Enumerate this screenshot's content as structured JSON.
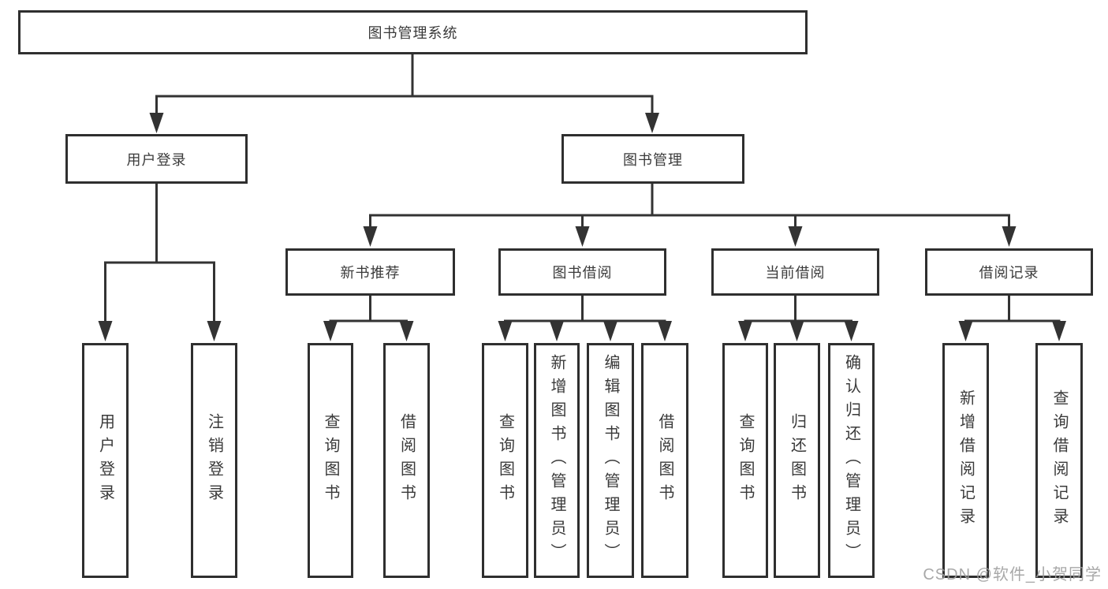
{
  "diagram": {
    "root": {
      "label": "图书管理系统"
    },
    "branches": [
      {
        "label": "用户登录",
        "children": [
          "用户登录",
          "注销登录"
        ]
      },
      {
        "label": "图书管理",
        "groups": [
          {
            "label": "新书推荐",
            "children": [
              "查询图书",
              "借阅图书"
            ]
          },
          {
            "label": "图书借阅",
            "children": [
              "查询图书",
              "新增图书（管理员）",
              "编辑图书（管理员）",
              "借阅图书"
            ]
          },
          {
            "label": "当前借阅",
            "children": [
              "查询图书",
              "归还图书",
              "确认归还（管理员）"
            ]
          },
          {
            "label": "借阅记录",
            "children": [
              "新增借阅记录",
              "查询借阅记录"
            ]
          }
        ]
      }
    ]
  },
  "watermark": "CSDN @软件_小贺同学",
  "colors": {
    "line": "#333333",
    "box_border": "#2f2f2f",
    "text": "#3a3a3a",
    "watermark": "#9e9e9e",
    "background": "#ffffff"
  }
}
